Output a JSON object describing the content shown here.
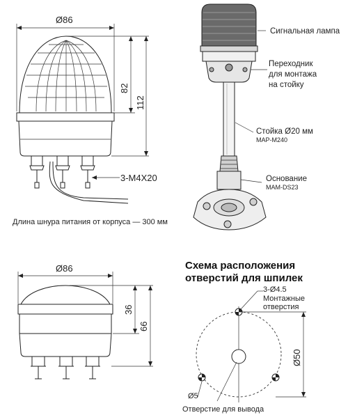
{
  "top_left": {
    "dim_diameter": "Ø86",
    "dim_height_lens": "82",
    "dim_height_total": "112",
    "dim_screw": "3-M4X20",
    "cord_note": "Длина шнура питания от корпуса — 300 мм"
  },
  "top_right": {
    "label_lamp": "Сигнальная лампа",
    "label_adapter_1": "Переходник",
    "label_adapter_2": "для монтажа",
    "label_adapter_3": "на стойку",
    "label_pole": "Стойка Ø20 мм",
    "label_pole_code": "MAP-M240",
    "label_base": "Основание",
    "label_base_code": "MAM-DS23"
  },
  "bottom_left": {
    "dim_diameter": "Ø86",
    "dim_height_dome": "36",
    "dim_height_total": "66"
  },
  "bottom_right": {
    "title_1": "Схема расположения",
    "title_2": "отверстий для шпилек",
    "holes_spec": "3-Ø4.5",
    "holes_label_1": "Монтажные",
    "holes_label_2": "отверстия",
    "dim_circle": "Ø50",
    "dim_center": "Ø5",
    "center_label": "Отверстие для вывода"
  }
}
